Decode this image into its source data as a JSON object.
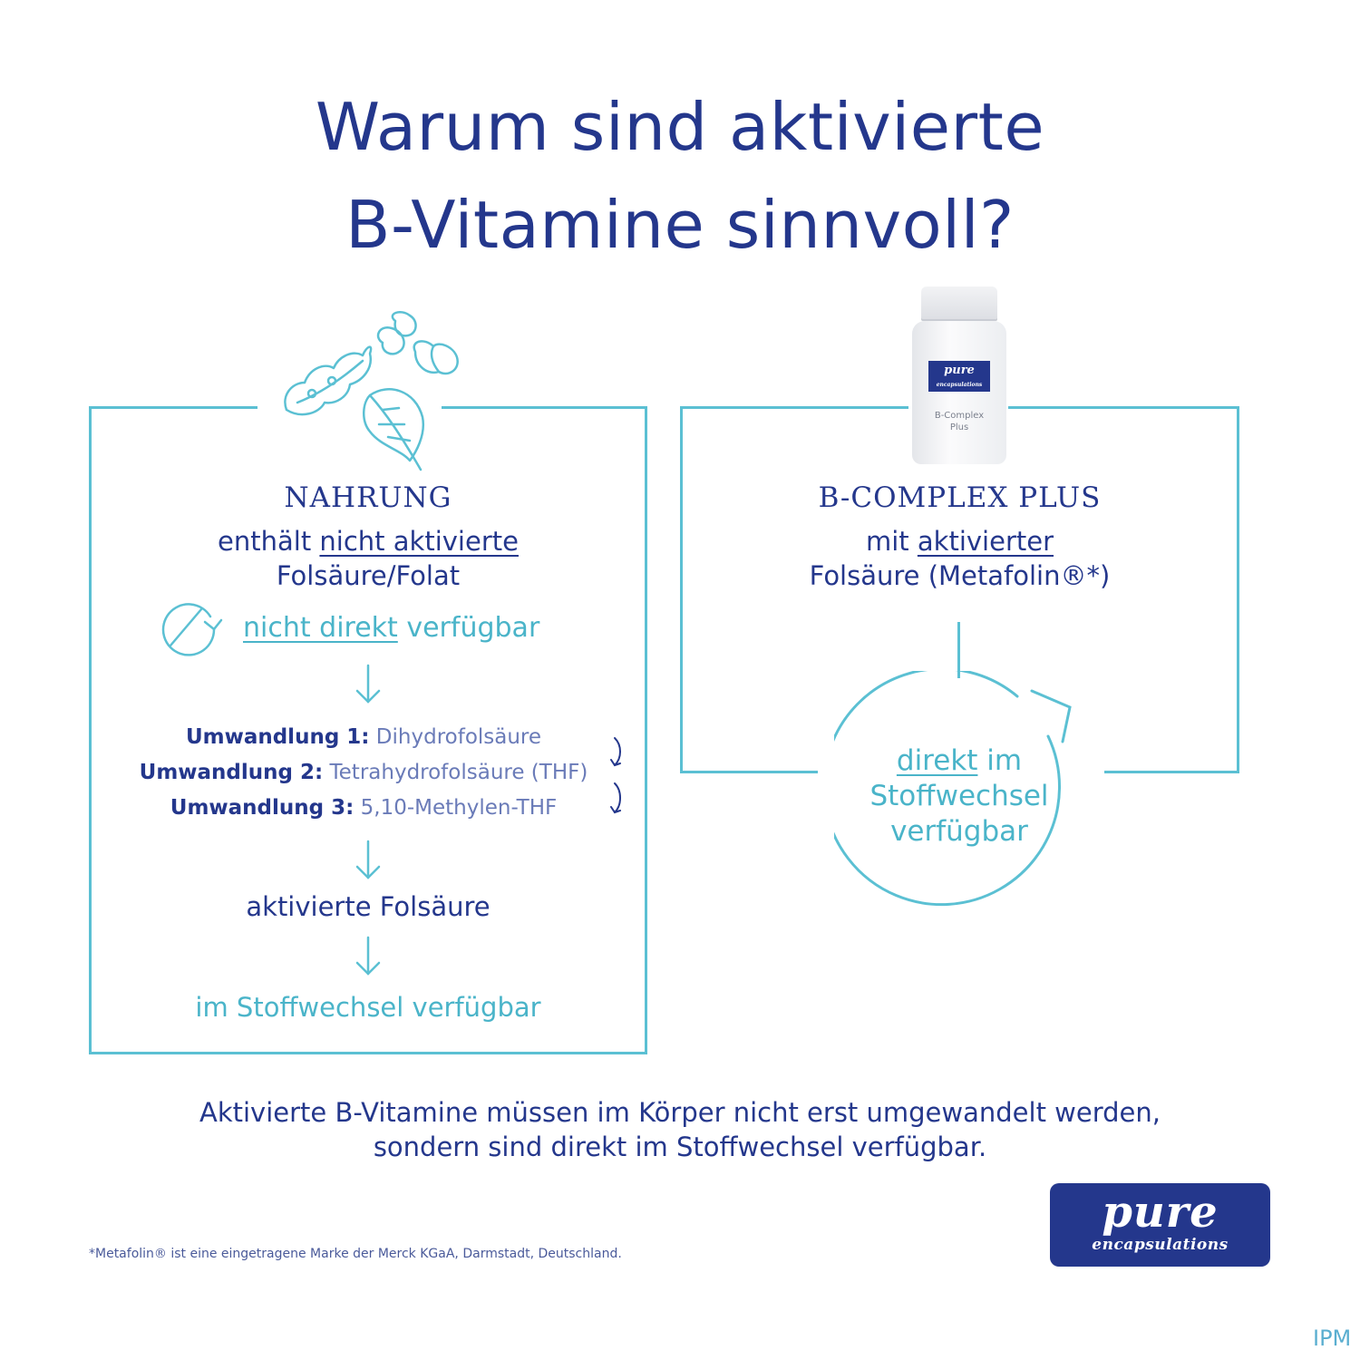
{
  "title": {
    "line1": "Warum sind aktivierte",
    "line2": "B-Vitamine sinnvoll?"
  },
  "left_panel": {
    "heading": "NAHRUNG",
    "line1_prefix": "enthält ",
    "line1_underlined": "nicht aktivierte",
    "line2": "Folsäure/Folat",
    "status_underlined": "nicht direkt",
    "status_rest": " verfügbar",
    "conversions": [
      {
        "label": "Umwandlung 1:",
        "value": " Dihydrofolsäure"
      },
      {
        "label": "Umwandlung 2:",
        "value": " Tetrahydrofolsäure (THF)"
      },
      {
        "label": "Umwandlung 3:",
        "value": " 5,10-Methylen-THF"
      }
    ],
    "activated": "aktivierte Folsäure",
    "result": "im Stoffwechsel verfügbar"
  },
  "right_panel": {
    "heading": "B-COMPLEX PLUS",
    "line1_prefix": "mit ",
    "line1_underlined": "aktivierter",
    "line2": "Folsäure (Metafolin®*)",
    "circle_underlined": "direkt",
    "circle_line1_rest": " im",
    "circle_line2": "Stoffwechsel",
    "circle_line3": "verfügbar",
    "bottle": {
      "brand": "pure",
      "brand_sub": "encapsulations",
      "product_line1": "B-Complex",
      "product_line2": "Plus"
    }
  },
  "bottom_text": {
    "line1": "Aktivierte B-Vitamine müssen im Körper nicht erst umgewandelt werden,",
    "line2": "sondern sind direkt im Stoffwechsel verfügbar."
  },
  "footnote": "*Metafolin® ist eine eingetragene Marke der Merck KGaA, Darmstadt, Deutschland.",
  "logo": {
    "main": "pure",
    "sub": "encapsulations"
  },
  "watermark": "IPM",
  "colors": {
    "navy": "#24378c",
    "teal": "#5bc0d3"
  }
}
